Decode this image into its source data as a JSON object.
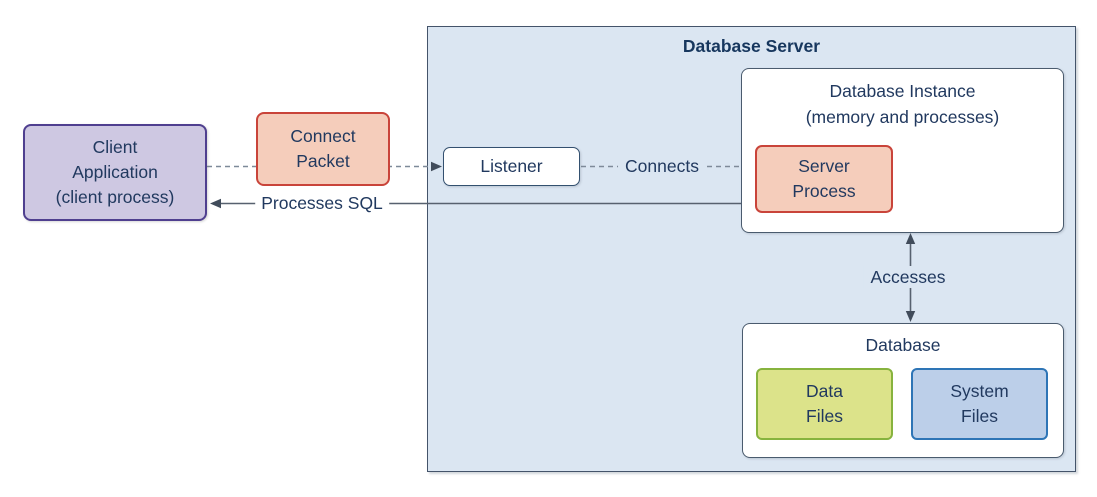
{
  "diagram": {
    "container": {
      "title": "Database Server"
    },
    "nodes": {
      "client_application": {
        "title": "Client Application",
        "subtitle": "(client process)"
      },
      "connect_packet": {
        "label": "Connect Packet"
      },
      "listener": {
        "label": "Listener"
      },
      "database_instance": {
        "title": "Database Instance",
        "subtitle": "(memory and processes)"
      },
      "server_process": {
        "label": "Server Process"
      },
      "database": {
        "title": "Database"
      },
      "data_files": {
        "label": "Data Files"
      },
      "system_files": {
        "label": "System Files"
      }
    },
    "edges": {
      "client_to_listener": {
        "label": "",
        "style": "dashed",
        "from": "client_application",
        "to": "listener",
        "through": "connect_packet"
      },
      "listener_to_server_process": {
        "label": "Connects",
        "style": "dashed",
        "from": "listener",
        "to": "server_process"
      },
      "processes_sql": {
        "label": "Processes SQL",
        "style": "solid-double-arrow",
        "from": "server_process",
        "to": "client_application"
      },
      "accesses": {
        "label": "Accesses",
        "style": "solid-double-arrow",
        "from": "database_instance",
        "to": "database"
      }
    },
    "colors": {
      "server_fill": "#DBE6F2",
      "server_border": "#44546A",
      "client_fill": "#CEC8E2",
      "client_border": "#4F3F8F",
      "packet_fill": "#F5CDBB",
      "packet_border": "#C9443A",
      "data_files_fill": "#DCE38A",
      "data_files_border": "#87B33E",
      "system_files_fill": "#BCCFE9",
      "system_files_border": "#2E75B6",
      "text": "#21395F",
      "title_text": "#17375E",
      "solid_arrow": "#57616F",
      "dashed_arrow": "#7E8A99"
    }
  }
}
